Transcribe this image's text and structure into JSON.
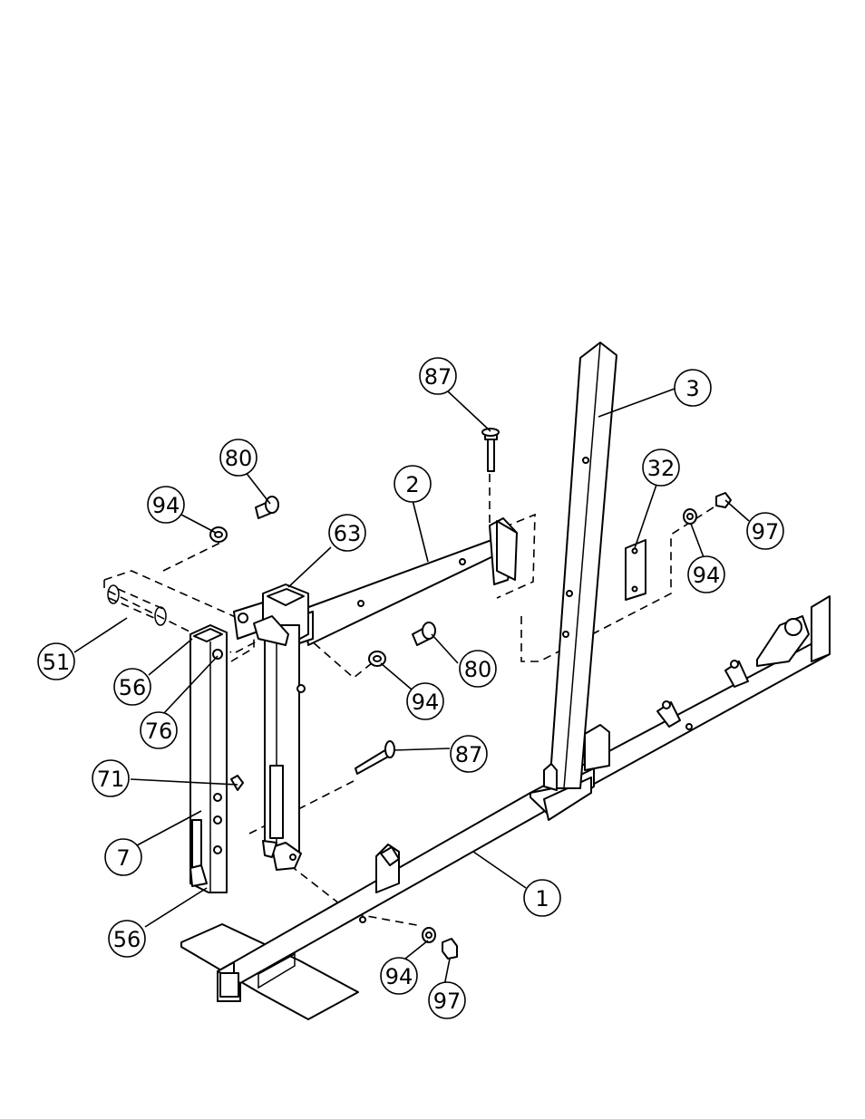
{
  "callouts": [
    {
      "label": "87"
    },
    {
      "label": "3"
    },
    {
      "label": "80"
    },
    {
      "label": "2"
    },
    {
      "label": "32"
    },
    {
      "label": "94"
    },
    {
      "label": "97"
    },
    {
      "label": "63"
    },
    {
      "label": "94"
    },
    {
      "label": "51"
    },
    {
      "label": "80"
    },
    {
      "label": "56"
    },
    {
      "label": "94"
    },
    {
      "label": "76"
    },
    {
      "label": "87"
    },
    {
      "label": "71"
    },
    {
      "label": "7"
    },
    {
      "label": "1"
    },
    {
      "label": "56"
    },
    {
      "label": "94"
    },
    {
      "label": "97"
    }
  ]
}
